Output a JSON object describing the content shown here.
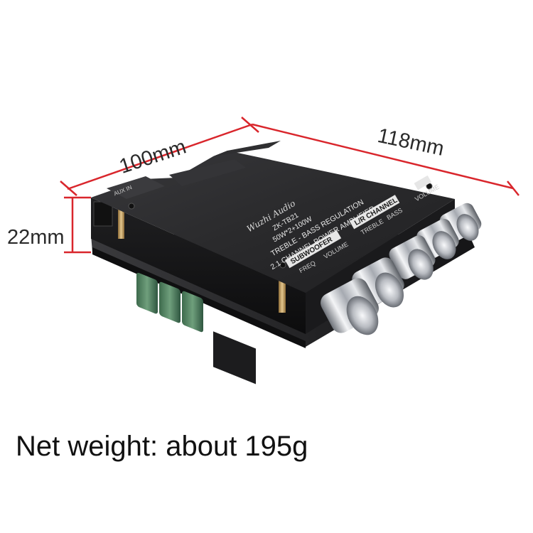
{
  "dimensions": {
    "width_label": "100mm",
    "length_label": "118mm",
    "height_label": "22mm",
    "line_color": "#d9262c"
  },
  "board_print": {
    "brand": "Wuzhi Audio",
    "model": "ZK-TB21",
    "power": "50W*2+100W",
    "line1": "TREBLE - BASS REGULATION",
    "line2": "2.1 CHANNEL POWER AMPLIFIER",
    "subwoofer_label": "SUBWOOFER",
    "freq_label": "FREQ",
    "sub_volume_label": "VOLUME",
    "left_right_channel_label": "L/R CHANNEL",
    "treble_label": "TREBLE",
    "bass_label": "BASS",
    "main_volume_label": "VOLUME",
    "jack_label": "AUX IN",
    "knob_count": 5
  },
  "caption": {
    "text": "Net weight: about 195g"
  },
  "colors": {
    "board_top": "#2b2b2d",
    "board_side": "#141416",
    "knob_chrome": "#c9ccd1",
    "capacitor": "#4a7a5a"
  }
}
